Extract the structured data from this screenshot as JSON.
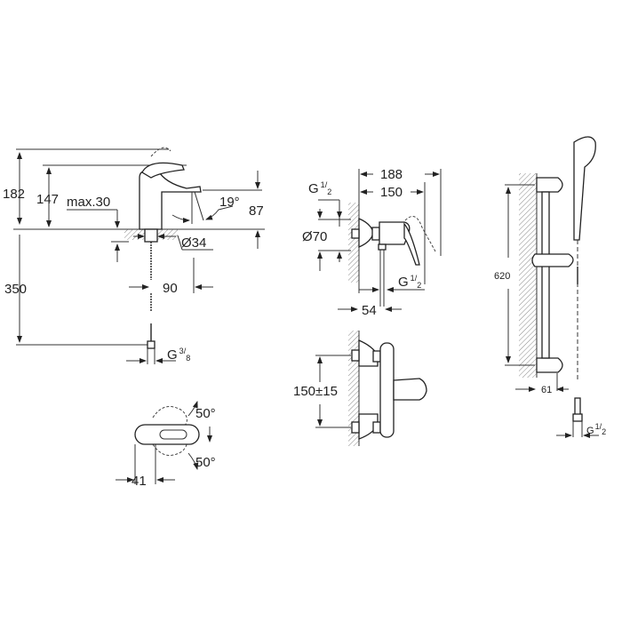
{
  "basin_mixer": {
    "dim_total_height": "182",
    "dim_spout_height": "147",
    "dim_deck_thickness": "max.30",
    "dim_spout_angle": "19°",
    "dim_spout_clearance": "87",
    "dim_hole_diameter": "Ø34",
    "dim_spout_reach": "90",
    "dim_hose_length": "350",
    "connection": {
      "base": "G",
      "num": "3",
      "den": "8"
    }
  },
  "basin_mixer_plan": {
    "angle_upper": "50°",
    "angle_lower": "50°",
    "dim_depth": "41"
  },
  "shower_mixer": {
    "dim_total_depth": "188",
    "dim_body_depth": "150",
    "inlet": {
      "base": "G",
      "num": "1",
      "den": "2"
    },
    "dim_rosette_diameter": "Ø70",
    "outlet": {
      "base": "G",
      "num": "1",
      "den": "2"
    },
    "dim_outlet_offset": "54",
    "dim_centres": "150±15"
  },
  "shower_rail": {
    "dim_rail_length": "620",
    "dim_offset": "61",
    "connection": {
      "base": "G",
      "num": "1",
      "den": "2"
    }
  }
}
